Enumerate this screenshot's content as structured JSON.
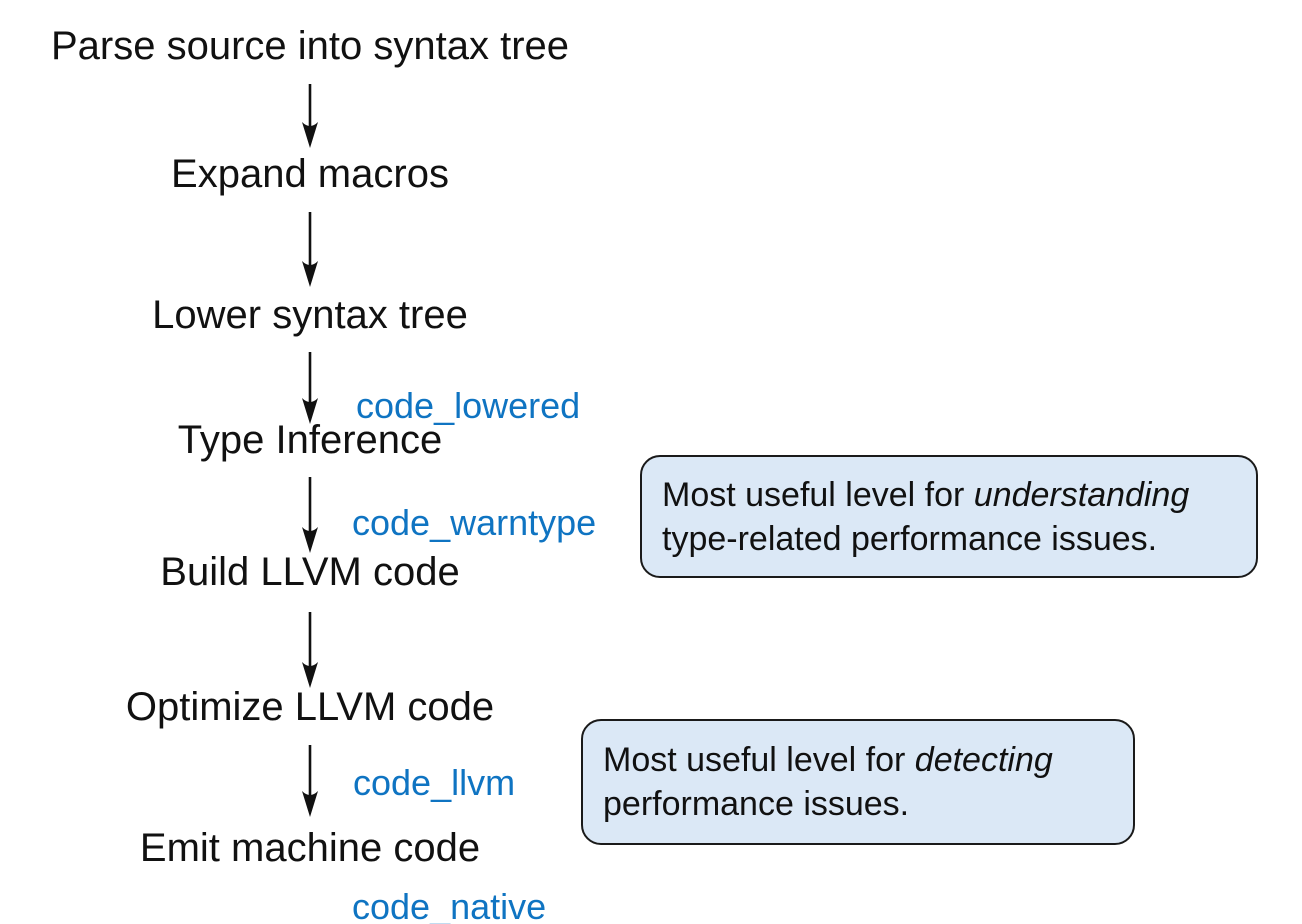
{
  "diagram": {
    "stages": [
      {
        "label": "Parse source into syntax tree"
      },
      {
        "label": "Expand macros"
      },
      {
        "label": "Lower syntax tree"
      },
      {
        "label": "Type Inference"
      },
      {
        "label": "Build LLVM code"
      },
      {
        "label": "Optimize LLVM code"
      },
      {
        "label": "Emit machine code"
      }
    ],
    "code_labels": [
      {
        "label": "code_lowered"
      },
      {
        "label": "code_warntype"
      },
      {
        "label": "code_llvm"
      },
      {
        "label": "code_native"
      }
    ],
    "callouts": [
      {
        "segments": [
          {
            "text": "Most useful level for ",
            "italic": false
          },
          {
            "text": "understanding",
            "italic": true
          },
          {
            "text": " type-related performance issues.",
            "italic": false
          }
        ]
      },
      {
        "segments": [
          {
            "text": "Most useful level for ",
            "italic": false
          },
          {
            "text": "detecting",
            "italic": true
          },
          {
            "text": " performance issues.",
            "italic": false
          }
        ]
      }
    ],
    "colors": {
      "text": "#111111",
      "arrow": "#111111",
      "code_label": "#0f74c2",
      "callout_fill": "#dbe8f6",
      "callout_border": "#1a1a1a"
    }
  }
}
